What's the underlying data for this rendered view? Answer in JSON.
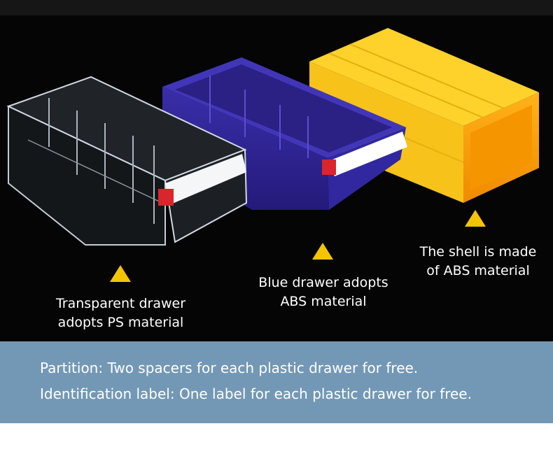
{
  "image": {
    "subject": "three-plastic-storage-drawers",
    "colors": {
      "background": "#050505",
      "yellow_shell": "#f7c21a",
      "blue_drawer": "#3b2ea6",
      "transparent_drawer": "#cfd8e2",
      "marker": "#f5c400",
      "band": "#7398b5",
      "logo_red": "#d8262c"
    }
  },
  "callouts": [
    {
      "lines": [
        "Transparent drawer",
        "adopts PS material"
      ]
    },
    {
      "lines": [
        "Blue drawer adopts",
        "ABS material"
      ]
    },
    {
      "lines": [
        "The shell is made",
        "of ABS material"
      ]
    }
  ],
  "notes": {
    "partition": "Partition: Two spacers for each plastic drawer for free.",
    "label": "Identification label:  One label for each plastic drawer for free."
  }
}
